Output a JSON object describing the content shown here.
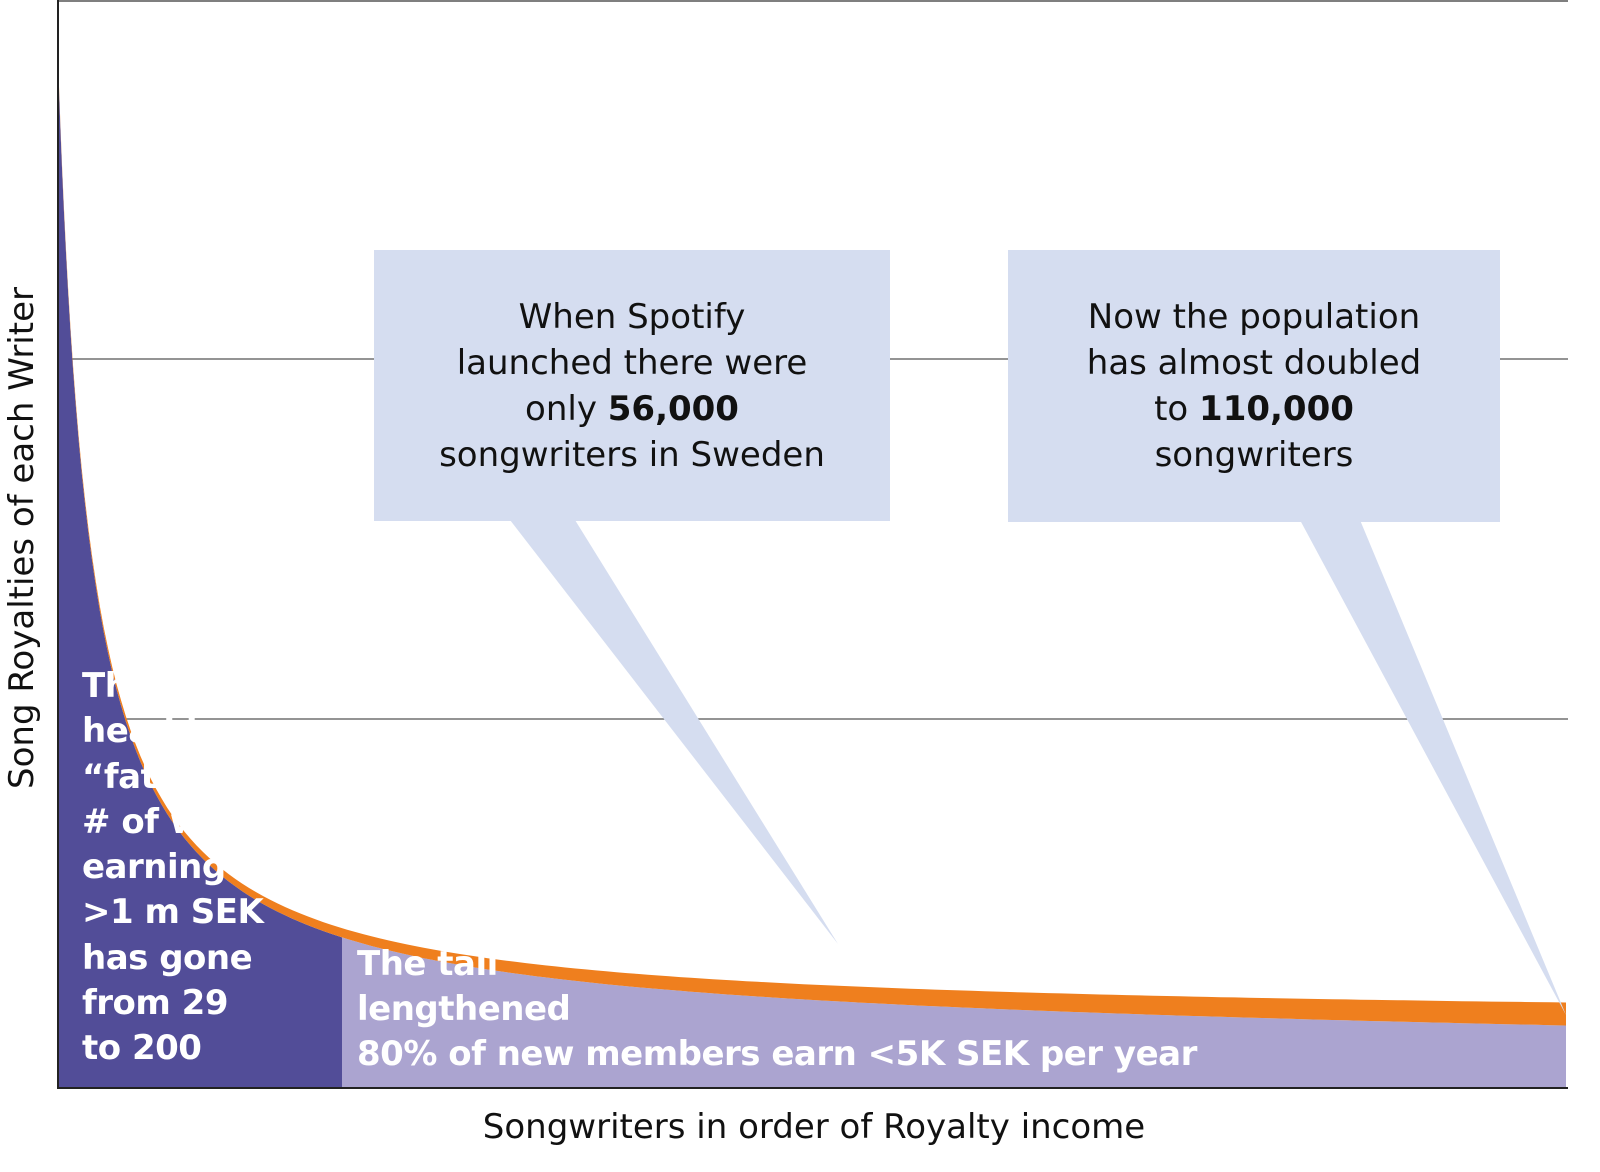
{
  "colors": {
    "head_fill": "#524d98",
    "tail_fill": "#aba4d0",
    "curve": "#ef7f1e",
    "callout_fill": "#d5ddf0",
    "gridline": "#555555",
    "text_dark": "#111111",
    "text_light": "#ffffff"
  },
  "chart_data": {
    "type": "area",
    "xlabel": "Songwriters in order of Royalty income",
    "ylabel": "Song Royalties of each Writer",
    "grid": {
      "horizontal": true,
      "vertical": false
    },
    "x_axis_ticks_shown": false,
    "y_axis_ticks_shown": false,
    "description_of_shape": "long-tail curve",
    "regions": [
      {
        "name": "head",
        "lines": [
          "The",
          "head has",
          "“fattened”",
          "# of writers",
          "earning",
          ">1 m SEK",
          "has gone",
          "from 29",
          "to 200"
        ]
      },
      {
        "name": "tail",
        "lines": [
          "The tail",
          "lengthened",
          "80% of new members earn <5K SEK per year"
        ]
      }
    ]
  },
  "callouts": [
    {
      "lines": [
        {
          "pre": "When Spotify",
          "bold": "",
          "post": ""
        },
        {
          "pre": "launched there were",
          "bold": "",
          "post": ""
        },
        {
          "pre": "only ",
          "bold": "56,000",
          "post": ""
        },
        {
          "pre": "songwriters in Sweden",
          "bold": "",
          "post": ""
        }
      ]
    },
    {
      "lines": [
        {
          "pre": "Now the population",
          "bold": "",
          "post": ""
        },
        {
          "pre": "has almost doubled",
          "bold": "",
          "post": ""
        },
        {
          "pre": "to ",
          "bold": "110,000",
          "post": ""
        },
        {
          "pre": "songwriters",
          "bold": "",
          "post": ""
        }
      ]
    }
  ]
}
